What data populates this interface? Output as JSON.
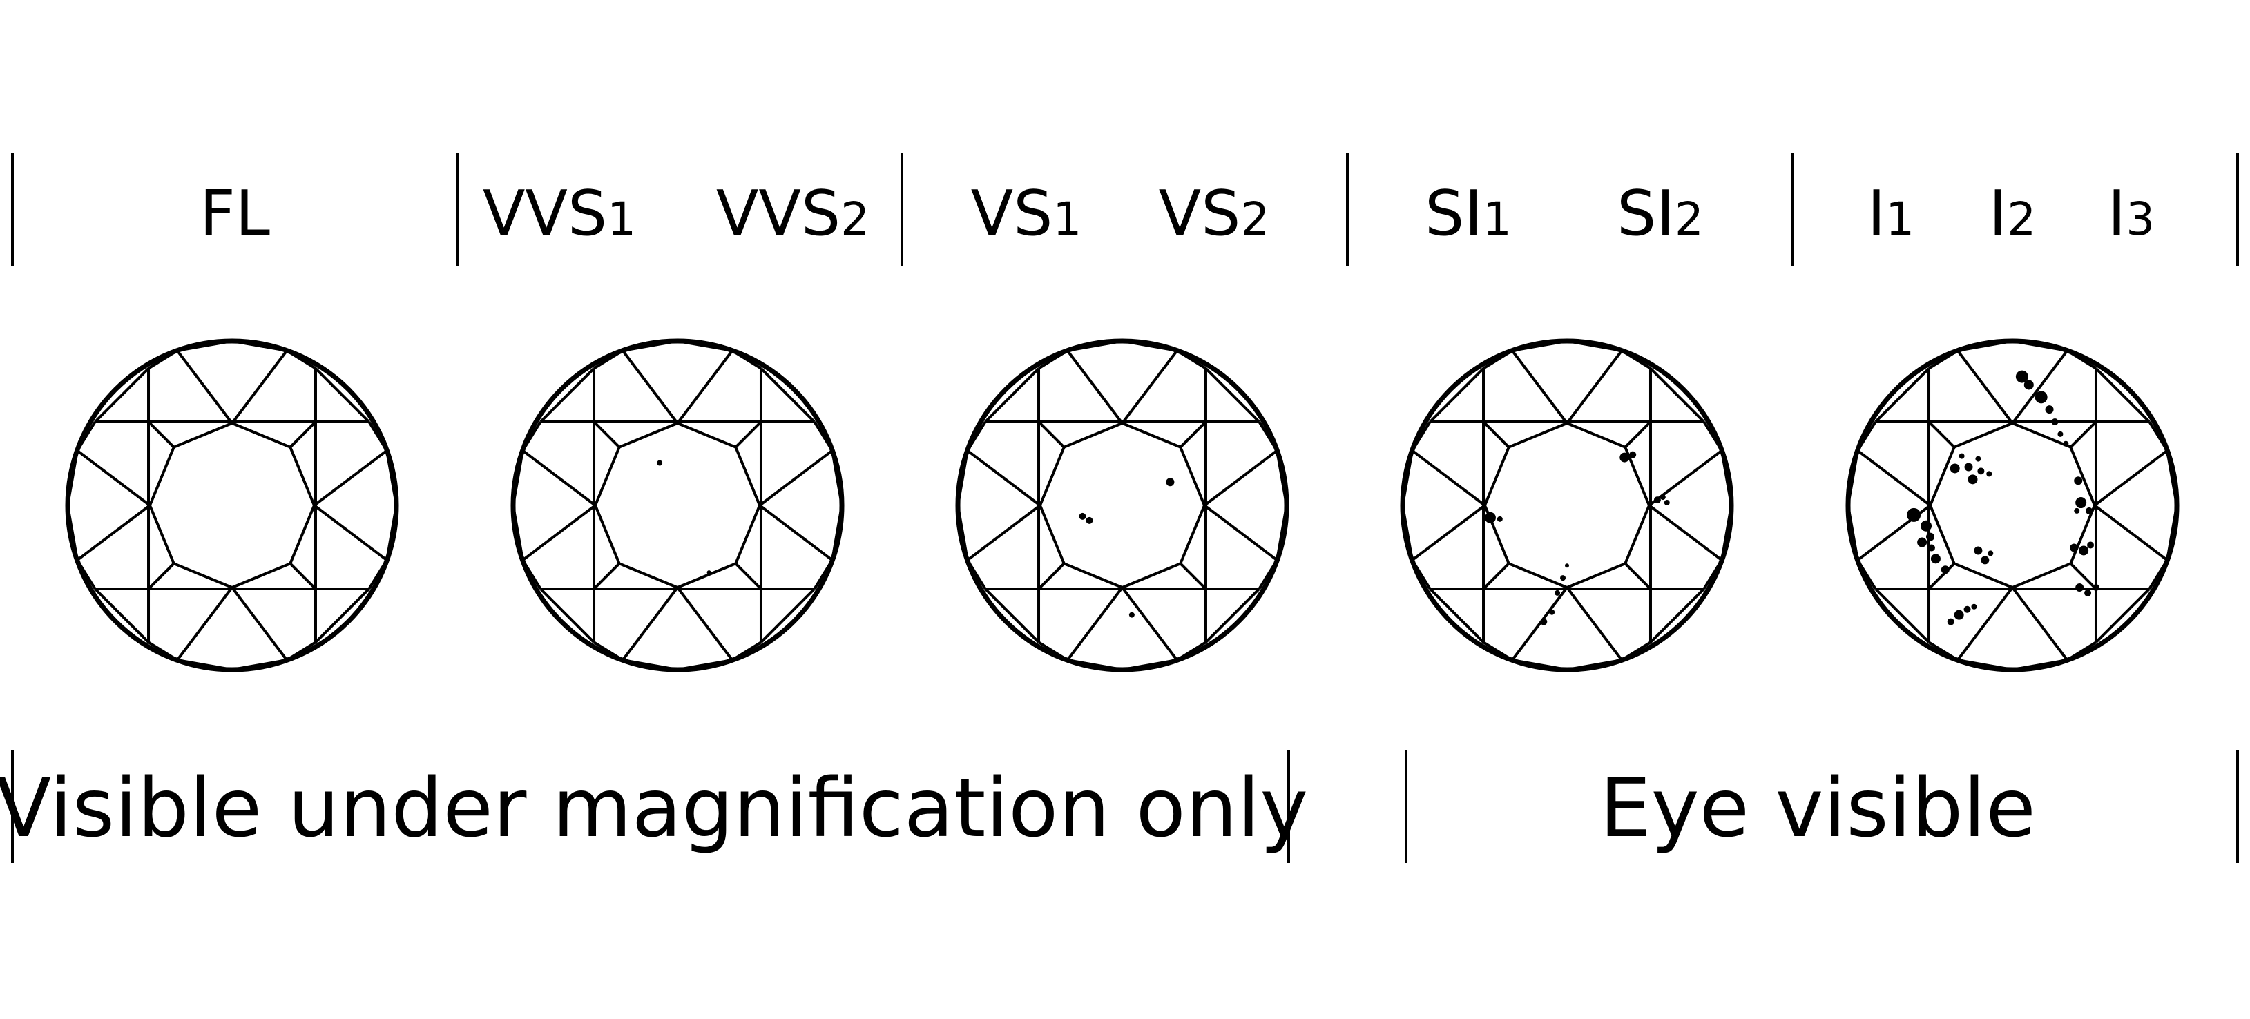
{
  "grades": [
    {
      "id": "fl",
      "main": "FL",
      "sub": ""
    },
    {
      "id": "vvs1",
      "main": "VVS",
      "sub": "1"
    },
    {
      "id": "vvs2",
      "main": "VVS",
      "sub": "2"
    },
    {
      "id": "vs1",
      "main": "VS",
      "sub": "1"
    },
    {
      "id": "vs2",
      "main": "VS",
      "sub": "2"
    },
    {
      "id": "si1",
      "main": "SI",
      "sub": "1"
    },
    {
      "id": "si2",
      "main": "SI",
      "sub": "2"
    },
    {
      "id": "i1",
      "main": "I",
      "sub": "1"
    },
    {
      "id": "i2",
      "main": "I",
      "sub": "2"
    },
    {
      "id": "i3",
      "main": "I",
      "sub": "3"
    }
  ],
  "visibility": {
    "magnification": "Visible under magnification only",
    "eye": "Eye visible"
  },
  "colors": {
    "ink": "#000000",
    "background": "#ffffff"
  }
}
